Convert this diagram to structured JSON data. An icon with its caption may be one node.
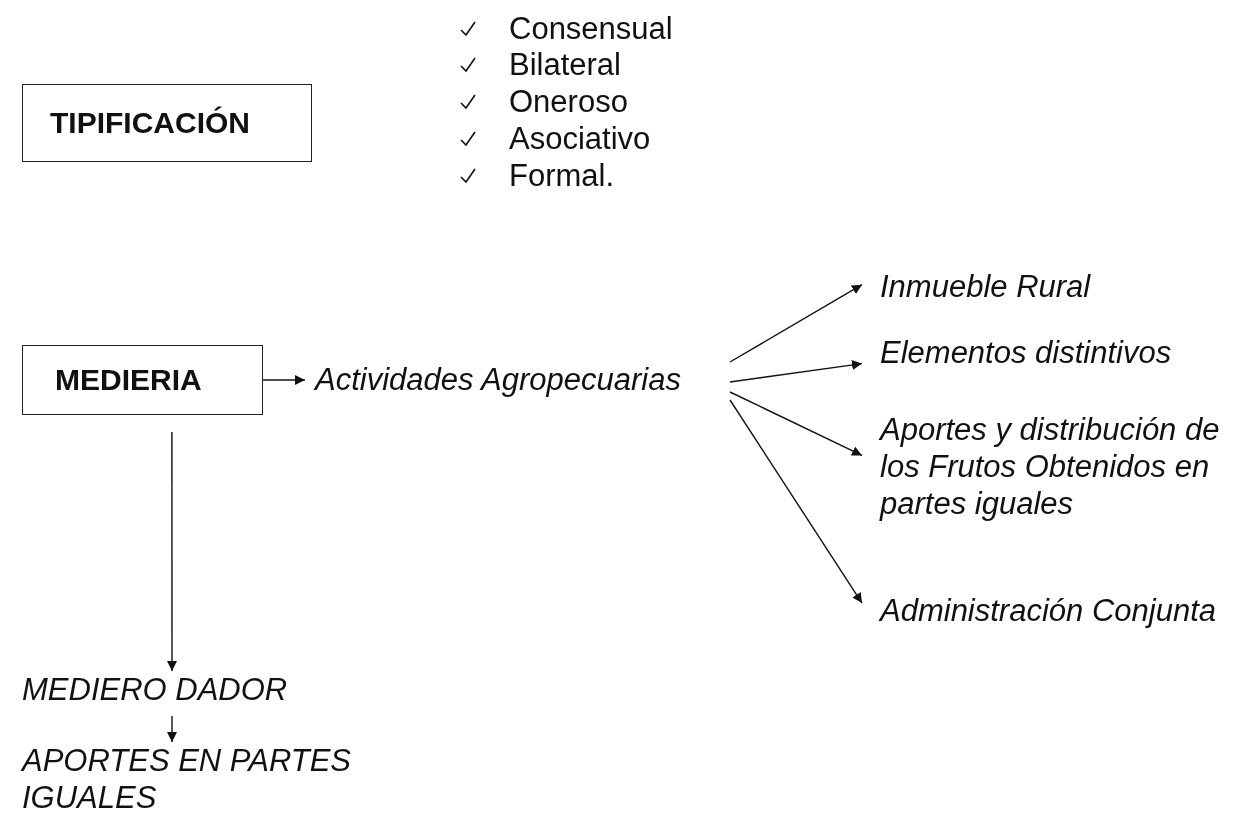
{
  "diagram": {
    "nodes": [
      {
        "text": [
          "TIPIFICACIÓN"
        ]
      },
      {
        "text": [
          "MEDIERIA"
        ]
      },
      {
        "text": [
          "Actividades Agropecuarias"
        ]
      },
      {
        "text": [
          "Inmueble Rural"
        ]
      },
      {
        "text": [
          "Elementos distintivos"
        ]
      },
      {
        "text": [
          "Aportes y distribución de los Frutos Obtenidos en partes iguales"
        ]
      },
      {
        "text": [
          "Administración Conjunta"
        ]
      },
      {
        "text": [
          "MEDIERO  DADOR"
        ]
      },
      {
        "text": [
          "APORTES EN PARTES IGUALES"
        ]
      }
    ],
    "edges": [
      {
        "from": 1,
        "to": 2,
        "arrow": "to"
      },
      {
        "from": 2,
        "to": 3,
        "arrow": "to"
      },
      {
        "from": 2,
        "to": 4,
        "arrow": "to"
      },
      {
        "from": 2,
        "to": 5,
        "arrow": "to"
      },
      {
        "from": 2,
        "to": 6,
        "arrow": "to"
      },
      {
        "from": 1,
        "to": 7,
        "arrow": "to"
      },
      {
        "from": 7,
        "to": 8,
        "arrow": "to"
      }
    ],
    "labels": [
      "Consensual",
      "Bilateral",
      "Oneroso",
      "Asociativo",
      "Formal."
    ]
  }
}
